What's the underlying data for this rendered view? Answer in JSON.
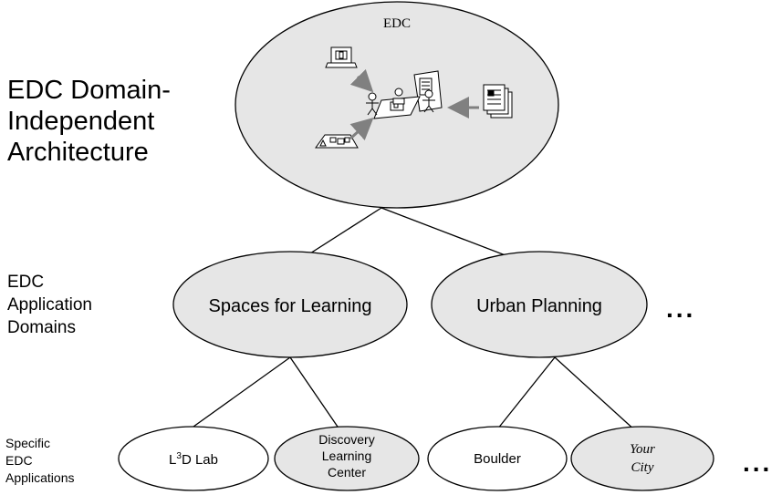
{
  "top": {
    "label": "EDC",
    "heading_lines": [
      "EDC Domain-",
      "Independent",
      "Architecture"
    ],
    "icons": [
      "computer-icon",
      "person-icon",
      "person-icon",
      "person-icon",
      "tabletop-icon",
      "board-icon",
      "documents-icon",
      "model-icon"
    ]
  },
  "middle": {
    "heading_lines": [
      "EDC",
      "Application",
      "Domains"
    ],
    "domains": [
      "Spaces for Learning",
      "Urban Planning"
    ],
    "more": "..."
  },
  "bottom": {
    "heading_lines": [
      "Specific",
      "EDC",
      "Applications"
    ],
    "apps": {
      "l3d_base": "L",
      "l3d_sup": "3",
      "l3d_rest": "D Lab",
      "discovery": [
        "Discovery",
        "Learning",
        "Center"
      ],
      "boulder": "Boulder",
      "your_city": [
        "Your",
        "City"
      ]
    },
    "more": "..."
  },
  "colors": {
    "ellipse_fill": "#e6e6e6",
    "stroke": "#000000",
    "arrow": "#808080"
  }
}
